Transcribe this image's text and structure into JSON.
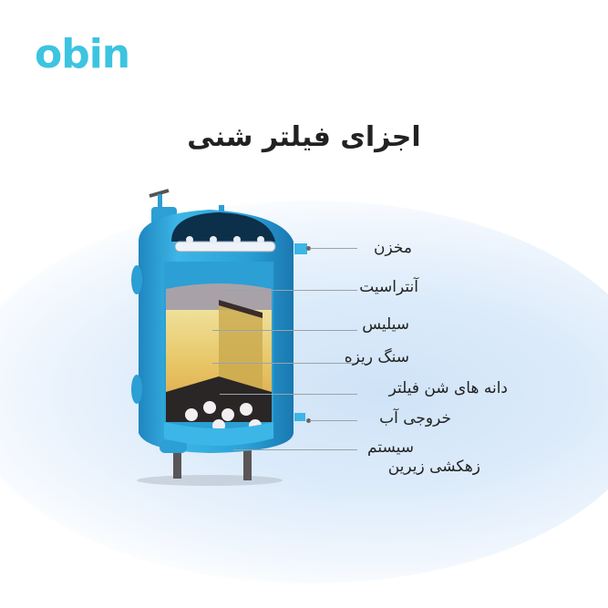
{
  "brand": {
    "logo_text": "obin",
    "color": "#3cc4e0"
  },
  "title": "اجزای فیلتر شنی",
  "diagram": {
    "subject": "sand-filter-tank-cutaway",
    "colors": {
      "tank_body": "#35a8d8",
      "anthracite": "#a8a2a8",
      "silica": "#ead27a",
      "gravel": "#e6b85a",
      "filter_grains": "#2a2626",
      "legs": "#5a5558"
    },
    "labels": [
      {
        "id": "tank",
        "text": "مخزن"
      },
      {
        "id": "anthracite",
        "text": "آنتراسیت"
      },
      {
        "id": "silica",
        "text": "سیلیس"
      },
      {
        "id": "gravel",
        "text": "سنگ ریزه"
      },
      {
        "id": "filter-grains",
        "text": "دانه های شن فیلتر"
      },
      {
        "id": "water-outlet",
        "text": "خروجی آب"
      },
      {
        "id": "underdrain",
        "text": "سیستم زهکشی زیرین",
        "line1": "سیستم",
        "line2": "زهکشی زیرین"
      }
    ]
  }
}
